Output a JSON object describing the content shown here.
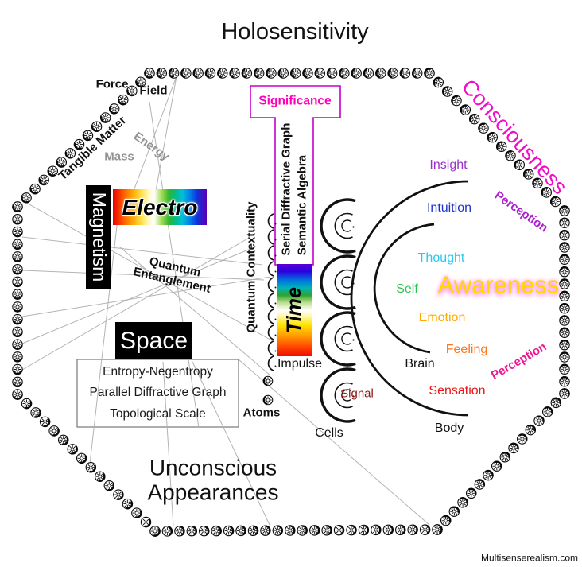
{
  "page": {
    "title": "Holosensitivity",
    "watermark": "Multisenserealism.com"
  },
  "colors": {
    "consciousness": "#f10cc8",
    "significance_border": "#c400c8",
    "significance_text": "#ff00bb",
    "insight": "#9933cc",
    "intuition": "#1f35c4",
    "thought": "#29c8f0",
    "self": "#27c24f",
    "awareness": "#ffd800",
    "awareness_glow": "#ff5ad2",
    "emotion": "#ffaa00",
    "feeling": "#ff7518",
    "sensation": "#f01414",
    "signal": "#8b1a1a",
    "perception_upper": "#ad1fd0",
    "perception_lower": "#ef1694",
    "muted_gray": "#949494",
    "web_lines": "#b3b3b3"
  },
  "physical": {
    "force": "Force",
    "field": "Field",
    "tangible_matter": "Tangible Matter",
    "energy": "Energy",
    "mass": "Mass",
    "magnetism": "Magnetism",
    "electro": "Electro",
    "quantum_entanglement": "Quantum\nEntanglement",
    "space": "Space",
    "entropy_box": {
      "line1": "Entropy-Negentropy",
      "line2": "Parallel Diffractive Graph",
      "line3": "Topological Scale"
    },
    "atoms": "Atoms",
    "impulse": "Impulse",
    "cells": "Cells",
    "signal": "Signal"
  },
  "semantic": {
    "significance": "Significance",
    "serial_diffractive_graph": "Serial Diffractive Graph",
    "semantic_algebra": "Semantic Algebra",
    "quantum_contextuality": "Quantum Contextuality",
    "time": "Time"
  },
  "mind": {
    "consciousness": "Consciousness",
    "perception_upper": "Perception",
    "perception_lower": "Perception",
    "insight": "Insight",
    "intuition": "Intuition",
    "thought": "Thought",
    "self": "Self",
    "awareness": "Awareness",
    "emotion": "Emotion",
    "feeling": "Feeling",
    "brain": "Brain",
    "sensation": "Sensation",
    "body": "Body"
  },
  "bottom": {
    "unconscious": "Unconscious\nAppearances"
  },
  "icons": {
    "border_glyph": "spoked-wheel-icon",
    "emanation_group": "nested-arcs-icon",
    "mini_arc": "receiver-arc-icon"
  }
}
